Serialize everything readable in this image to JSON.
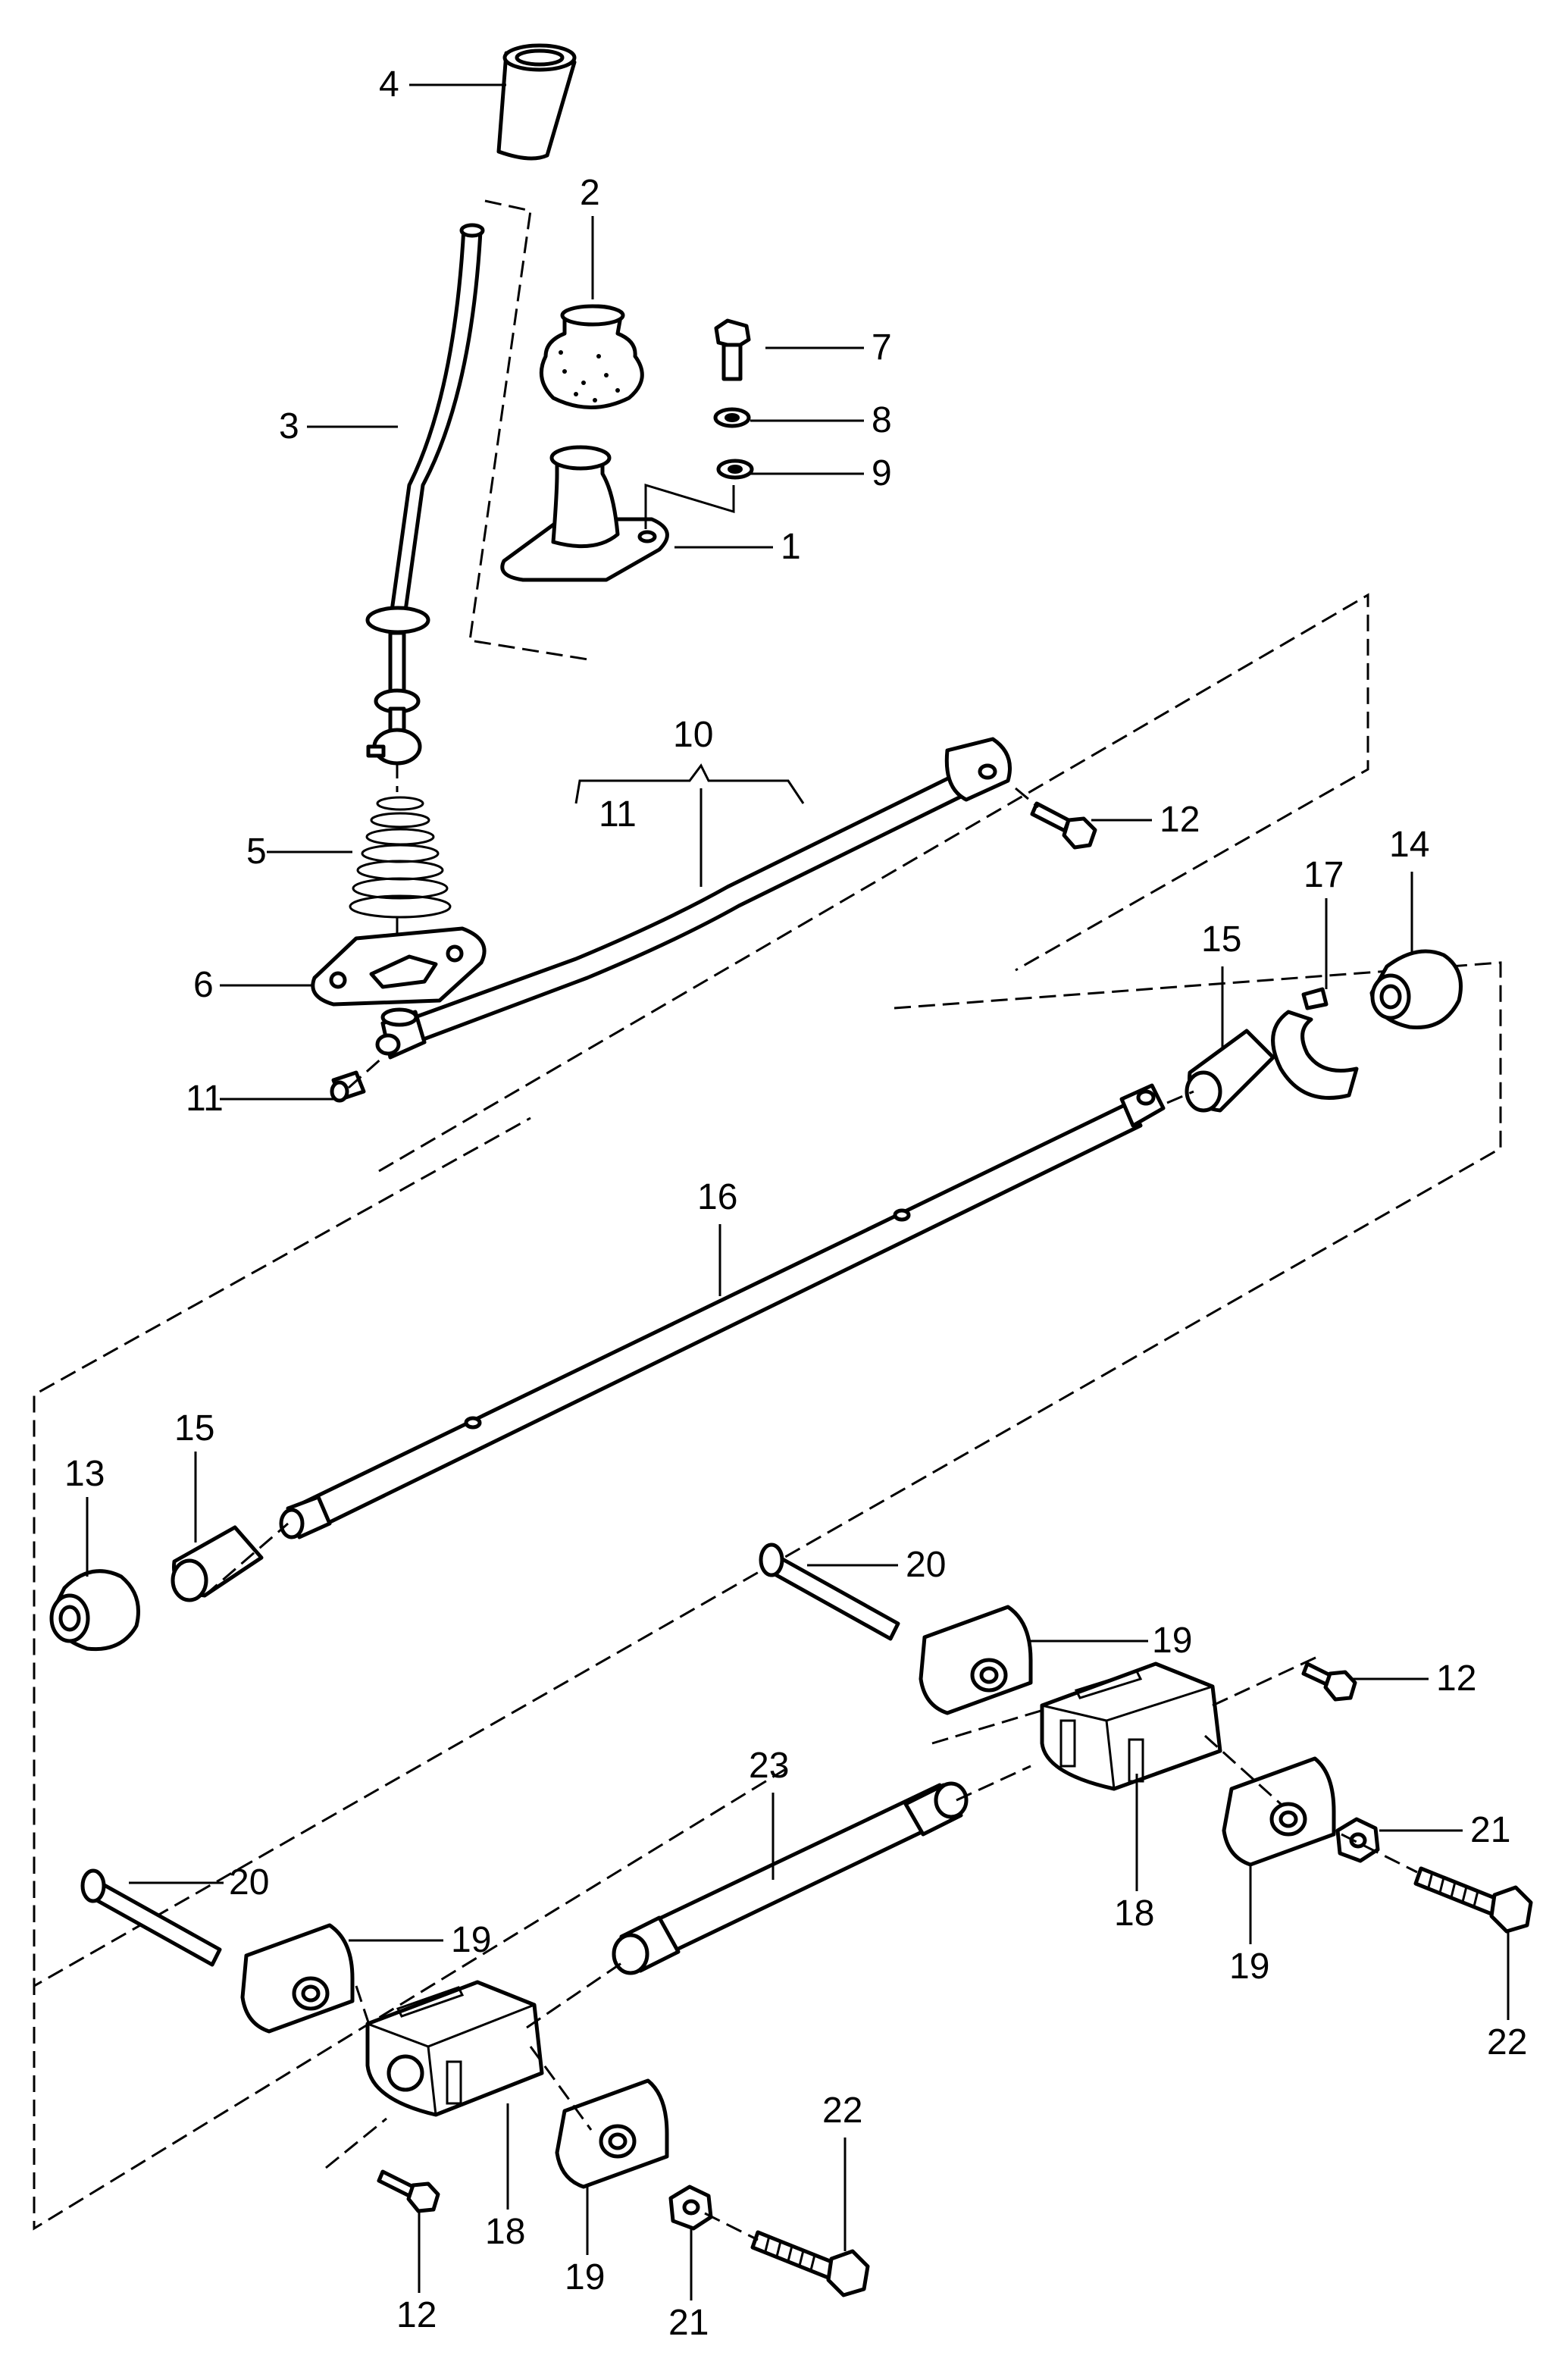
{
  "diagram": {
    "labels": {
      "l1": "1",
      "l2": "2",
      "l3": "3",
      "l4": "4",
      "l5": "5",
      "l6": "6",
      "l7": "7",
      "l8": "8",
      "l9": "9",
      "l10": "10",
      "l11a": "11",
      "l11b": "11",
      "l12a": "12",
      "l12b": "12",
      "l12c": "12",
      "l13": "13",
      "l14": "14",
      "l15a": "15",
      "l15b": "15",
      "l16": "16",
      "l17": "17",
      "l18a": "18",
      "l18b": "18",
      "l19a": "19",
      "l19b": "19",
      "l19c": "19",
      "l19d": "19",
      "l20a": "20",
      "l20b": "20",
      "l21a": "21",
      "l21b": "21",
      "l22a": "22",
      "l22b": "22",
      "l23": "23"
    }
  }
}
